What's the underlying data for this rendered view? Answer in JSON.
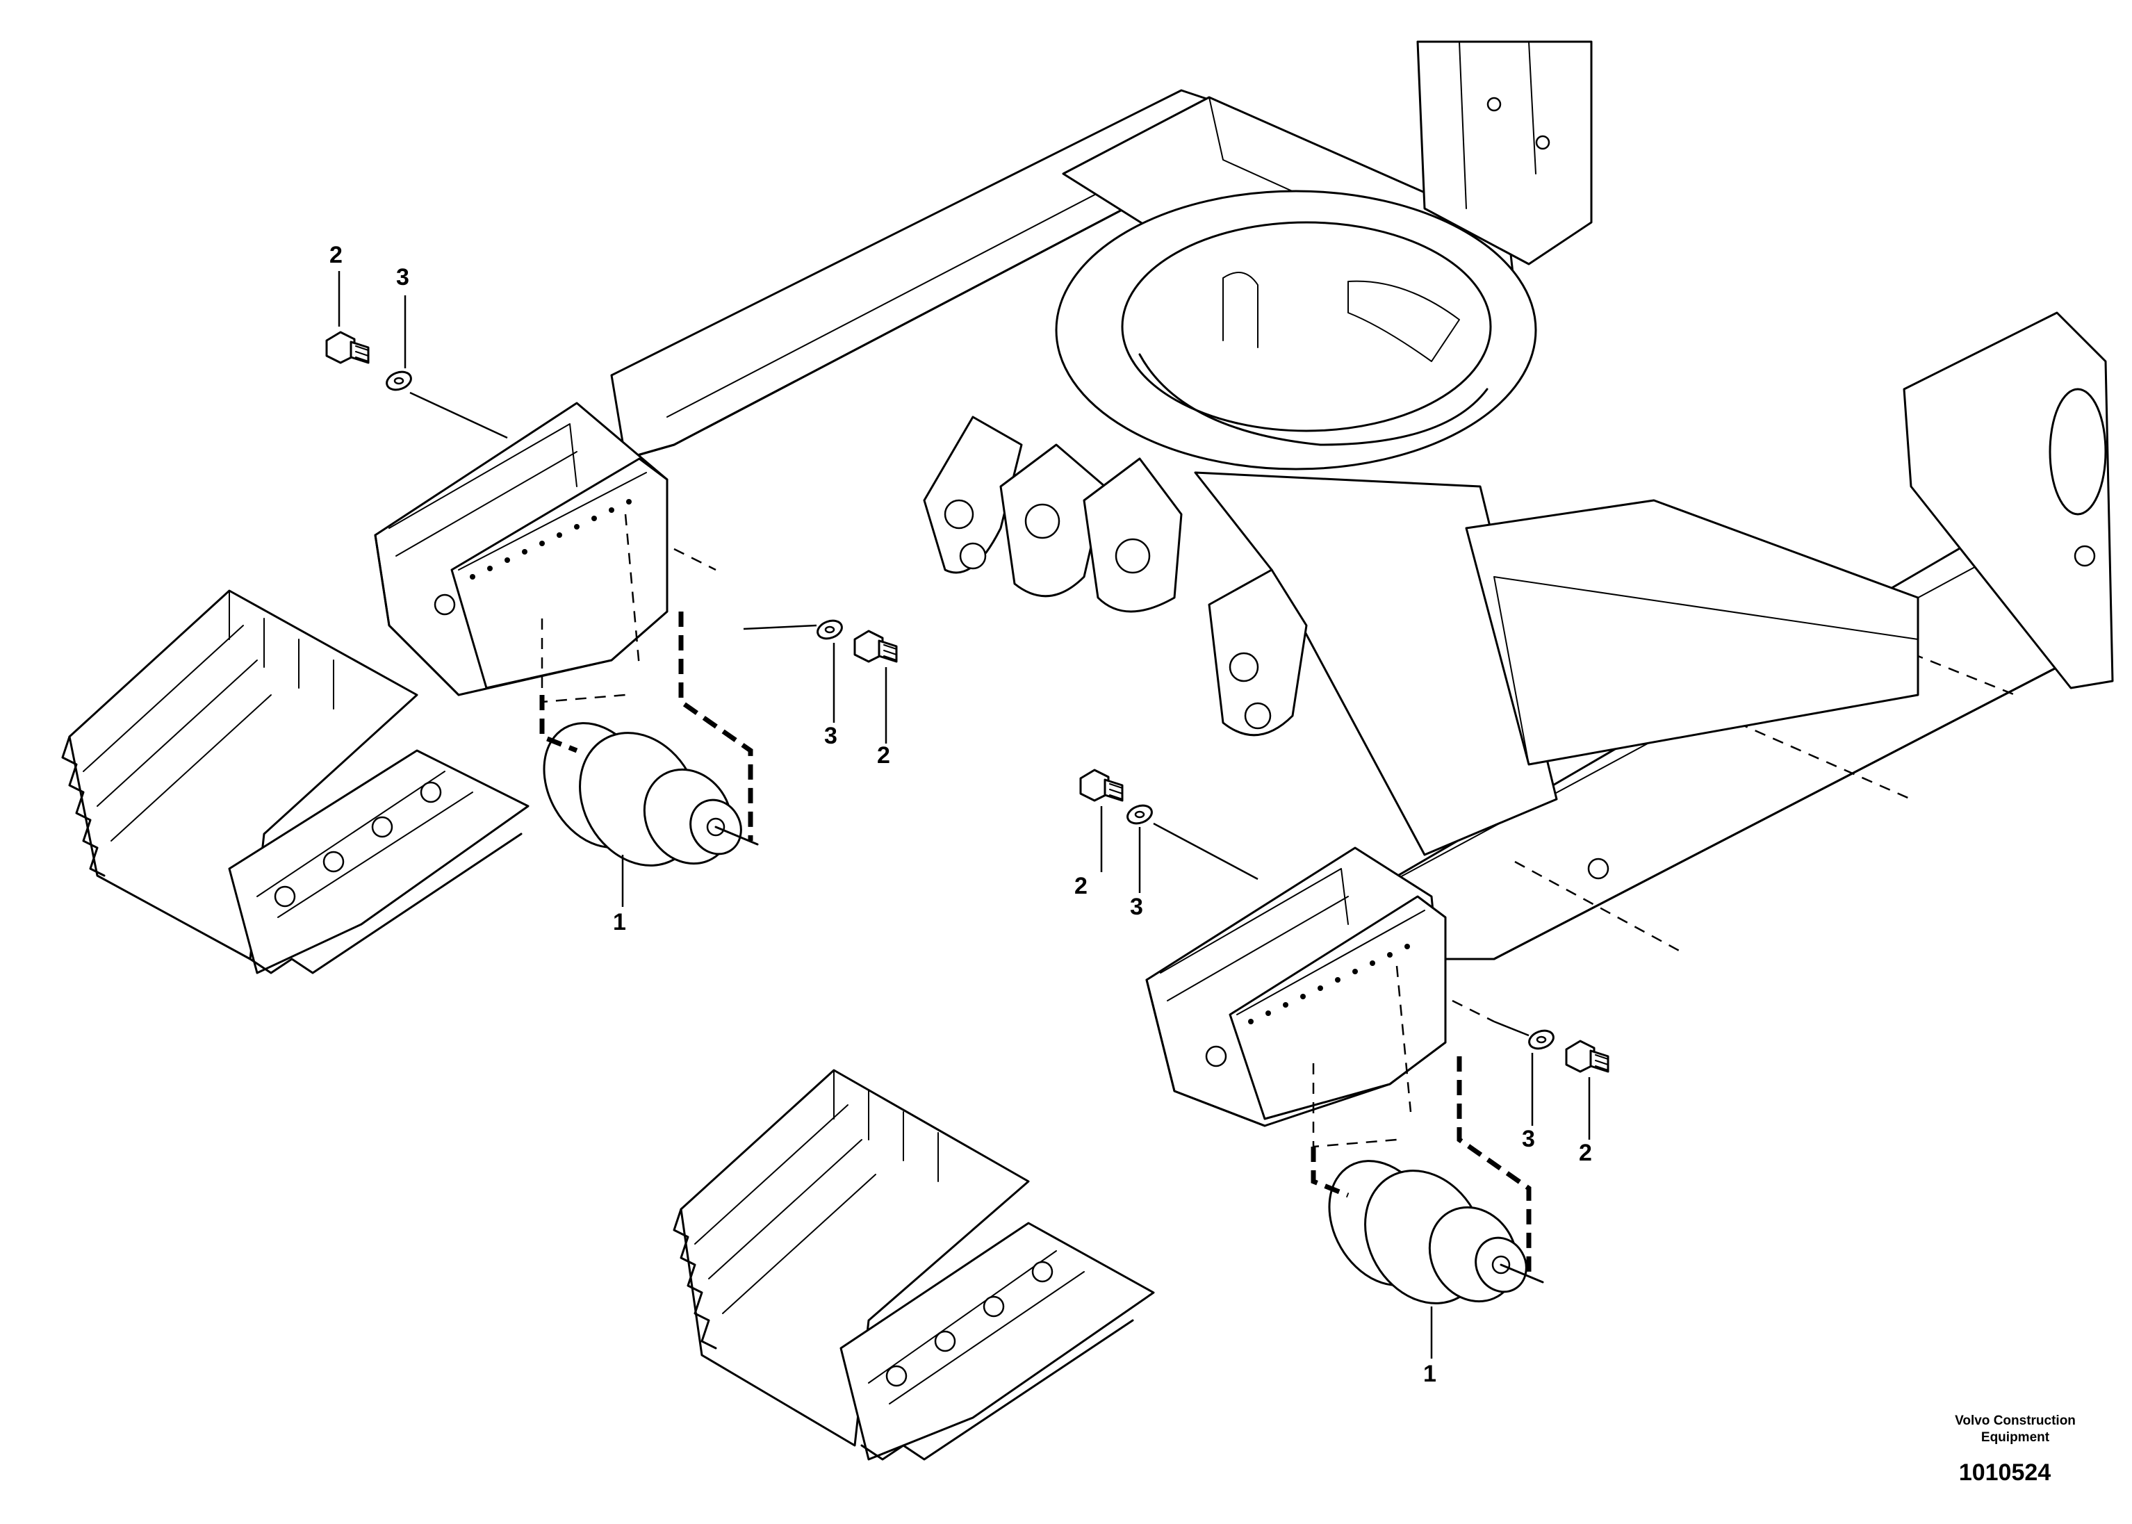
{
  "callouts": {
    "upper_left_bolt": "2",
    "upper_left_washer": "3",
    "upper_right_washer": "3",
    "upper_right_bolt": "2",
    "upper_roller": "1",
    "lower_left_bolt": "2",
    "lower_left_washer": "3",
    "lower_right_washer": "3",
    "lower_right_bolt": "2",
    "lower_roller": "1"
  },
  "manufacturer": {
    "line1": "Volvo Construction",
    "line2": "Equipment"
  },
  "drawing_number": "1010524",
  "parts": {
    "roller": "bottom-roller",
    "bolt": "hex-bolt",
    "washer": "washer",
    "frame": "undercarriage-frame",
    "track": "track-chain"
  }
}
